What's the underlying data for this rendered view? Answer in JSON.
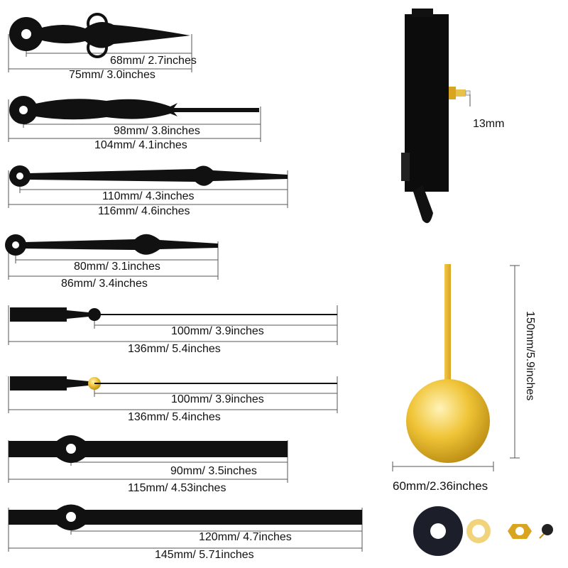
{
  "hands": [
    {
      "inner": "68mm/ 2.7inches",
      "outer": "75mm/ 3.0inches",
      "style": "ornate-hour"
    },
    {
      "inner": "98mm/ 3.8inches",
      "outer": "104mm/ 4.1inches",
      "style": "ornate-minute"
    },
    {
      "inner": "110mm/ 4.3inches",
      "outer": "116mm/ 4.6inches",
      "style": "spade-long"
    },
    {
      "inner": "80mm/ 3.1inches",
      "outer": "86mm/ 3.4inches",
      "style": "spade-short"
    },
    {
      "inner": "100mm/ 3.9inches",
      "outer": "136mm/ 5.4inches",
      "style": "second-black"
    },
    {
      "inner": "100mm/ 3.9inches",
      "outer": "136mm/ 5.4inches",
      "style": "second-gold"
    },
    {
      "inner": "90mm/ 3.5inches",
      "outer": "115mm/ 4.53inches",
      "style": "bar-hour"
    },
    {
      "inner": "120mm/ 4.7inches",
      "outer": "145mm/ 5.71inches",
      "style": "bar-minute"
    }
  ],
  "movement": {
    "shaft_label": "13mm"
  },
  "pendulum": {
    "height_label": "150mm/5.9inches",
    "width_label": "60mm/2.36inches",
    "color": "#e8b830"
  },
  "accessories": [
    "rubber-washer",
    "brass-washer",
    "hex-nut",
    "hanger-pin"
  ]
}
